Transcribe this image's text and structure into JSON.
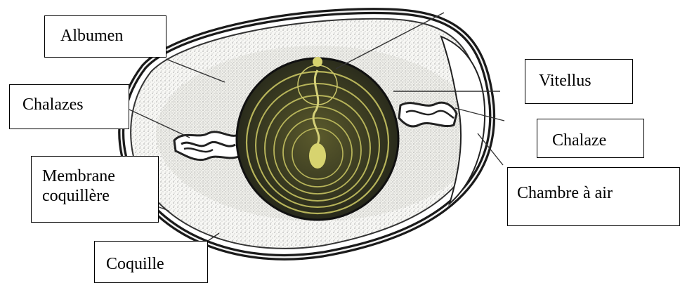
{
  "labels": {
    "albumen": "Albumen",
    "chalazes": "Chalazes",
    "membrane_line1": "Membrane",
    "membrane_line2": "coquillère",
    "coquille": "Coquille",
    "vitellus": "Vitellus",
    "chalaze": "Chalaze",
    "chambre": "Chambre à  air"
  },
  "colors": {
    "shell": "#1a1a1a",
    "albumen_stipple": "#555555",
    "yolk_dark": "#2f3020",
    "yolk_ring": "#b7b45a",
    "chalaza": "#222222"
  }
}
